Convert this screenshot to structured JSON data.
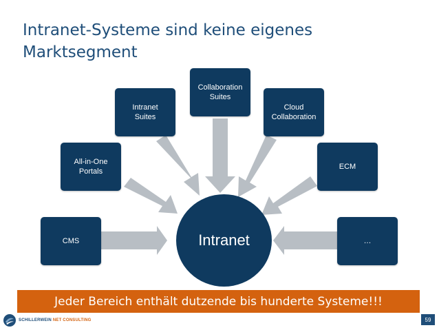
{
  "slide": {
    "title_lines": [
      "Intranet-Systeme sind keine eigenes",
      "Marktsegment"
    ],
    "hub_label": "Intranet",
    "boxes": {
      "cms": [
        "CMS"
      ],
      "all_in_one": [
        "All-in-One",
        "Portals"
      ],
      "intranet_suites": [
        "Intranet",
        "Suites"
      ],
      "collaboration_suites": [
        "Collaboration",
        "Suites"
      ],
      "cloud_collaboration": [
        "Cloud",
        "Collaboration"
      ],
      "ecm": [
        "ECM"
      ],
      "more": [
        "…"
      ]
    },
    "banner": "Jeder Bereich enthält dutzende bis hunderte Systeme!!!",
    "footer": {
      "logo_text_main": "SCHILLERWEIN",
      "logo_text_accent": "NET CONSULTING",
      "page_number": "59"
    }
  },
  "colors": {
    "primary": "#0f3a5f",
    "title": "#1f4e79",
    "arrow": "#b8bec4",
    "banner": "#d4620f"
  }
}
